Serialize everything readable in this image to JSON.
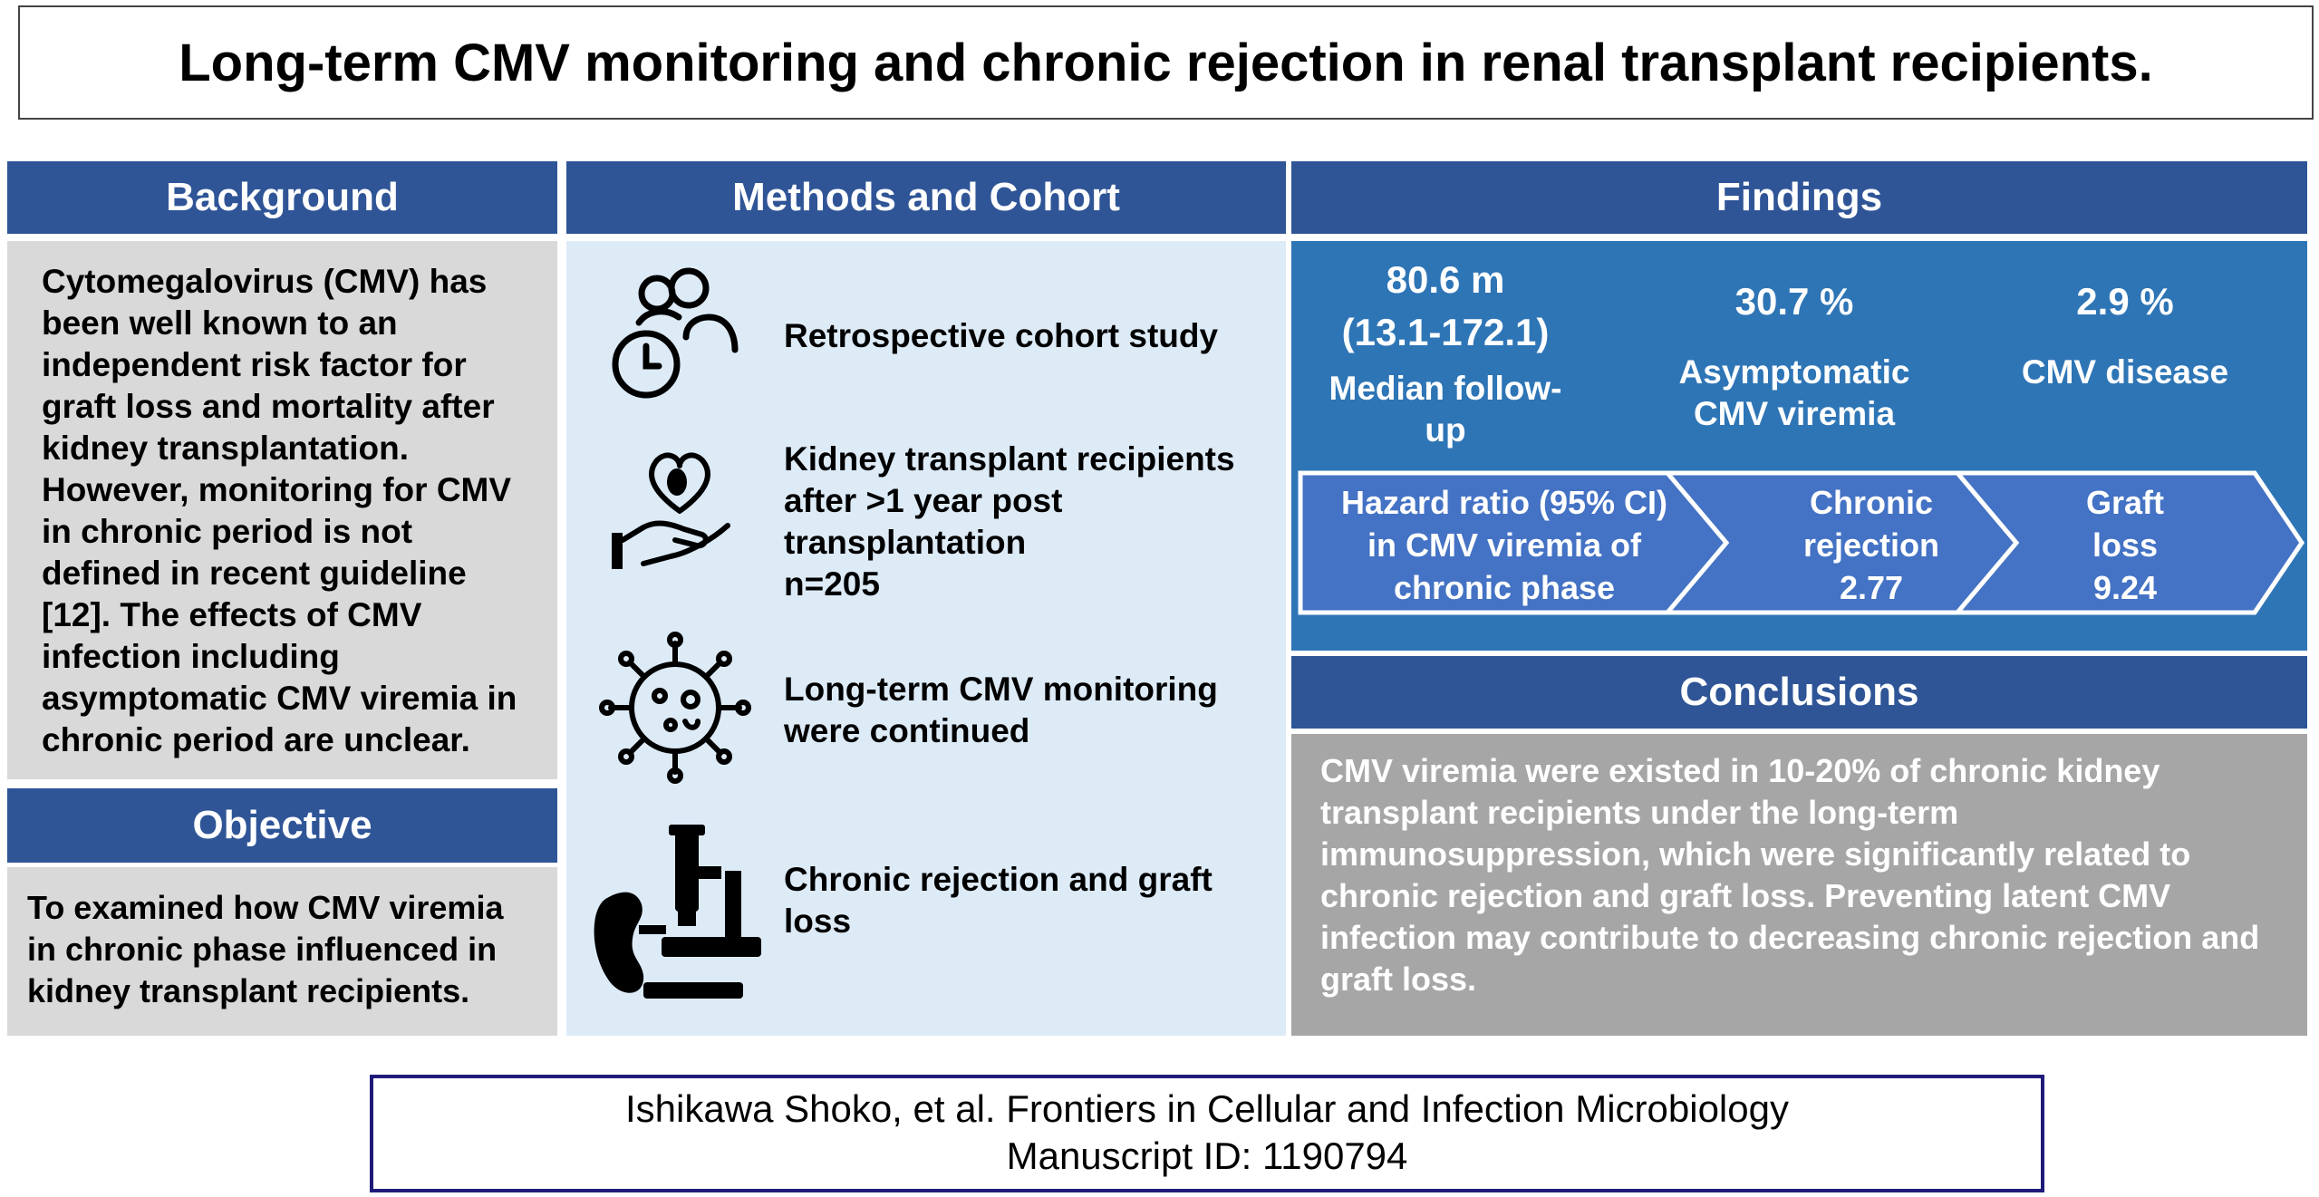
{
  "title": "Long-term CMV monitoring and chronic rejection in renal transplant recipients.",
  "background": {
    "heading": "Background",
    "text": "Cytomegalovirus (CMV) has been well known to an independent risk factor for graft loss and mortality after kidney transplantation. However, monitoring for CMV in chronic period is not defined in recent guideline [12]. The effects of CMV infection including asymptomatic CMV viremia in chronic period are unclear."
  },
  "objective": {
    "heading": "Objective",
    "text": "To examined how CMV viremia in chronic phase influenced in kidney transplant recipients."
  },
  "methods": {
    "heading": "Methods and Cohort",
    "items": [
      {
        "icon": "people-clock-icon",
        "text": "Retrospective cohort study"
      },
      {
        "icon": "hand-heart-kidney-icon",
        "line1": "Kidney transplant recipients",
        "line2": "after >1 year post",
        "line3": "transplantation",
        "line4": "n=205"
      },
      {
        "icon": "virus-icon",
        "line1": "Long-term CMV monitoring",
        "line2": "were continued"
      },
      {
        "icon": "microscope-kidney-icon",
        "line1": "Chronic rejection and graft",
        "line2": "loss"
      }
    ]
  },
  "findings": {
    "heading": "Findings",
    "stats": [
      {
        "value_line1": "80.6 m",
        "value_line2": "(13.1-172.1)",
        "label_line1": "Median follow-up",
        "label_line2": ""
      },
      {
        "value_line1": "30.7 %",
        "value_line2": "",
        "label_line1": "Asymptomatic",
        "label_line2": "CMV viremia"
      },
      {
        "value_line1": "2.9 %",
        "value_line2": "",
        "label_line1": "CMV disease",
        "label_line2": ""
      }
    ],
    "chevrons": [
      {
        "line1": "Hazard ratio (95% CI)",
        "line2": "in CMV viremia of",
        "line3": "chronic phase"
      },
      {
        "line1": "Chronic",
        "line2": "rejection",
        "line3": "2.77"
      },
      {
        "line1": "Graft",
        "line2": "loss",
        "line3": "9.24"
      }
    ]
  },
  "conclusions": {
    "heading": "Conclusions",
    "text": "CMV viremia were existed in 10-20% of chronic kidney transplant recipients under the long-term immunosuppression, which were significantly related to chronic rejection and graft loss. Preventing latent CMV infection may contribute to decreasing chronic rejection and graft loss."
  },
  "footer": {
    "line1": "Ishikawa Shoko, et al. Frontiers in Cellular and Infection Microbiology",
    "line2": "Manuscript ID: 1190794"
  },
  "colors": {
    "header": "#2f5597",
    "findings_bg": "#2e75b6",
    "chevron": "#4472c4",
    "methods_bg": "#ddebf7",
    "grey_panel": "#d9d9d9",
    "conclusion_bg": "#a6a6a6"
  }
}
